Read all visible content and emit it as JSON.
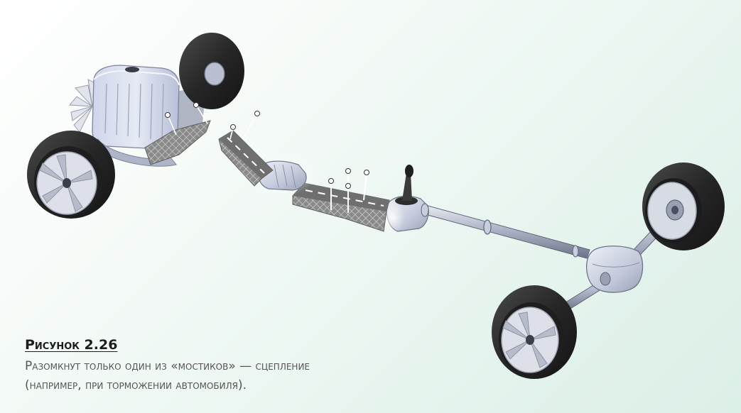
{
  "figure": {
    "title": "Рисунок 2.26",
    "caption_lines": [
      "Разомкнут только один из «мостиков» — сцепление",
      "(например, при торможении автомобиля)."
    ],
    "colors": {
      "background_accent": "#dcefe7",
      "metal_light": "#dfe3ee",
      "metal_mid": "#b9c0d3",
      "metal_dark": "#8e95aa",
      "tire": "#2e2e2e",
      "link_band": "#6f6f6f"
    }
  }
}
